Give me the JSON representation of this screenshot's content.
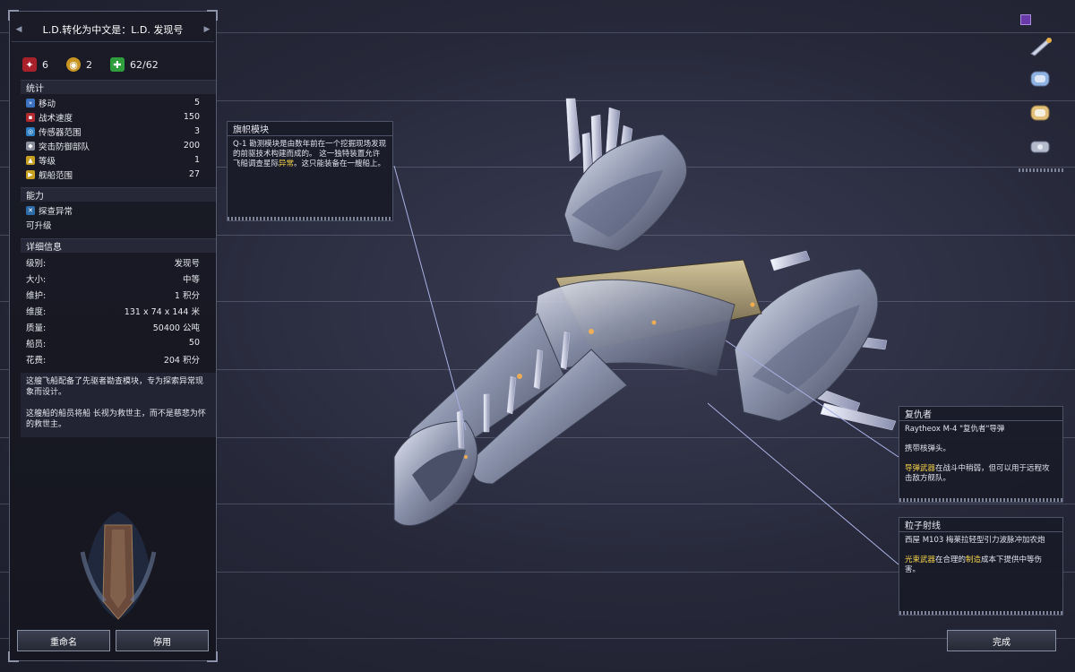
{
  "ship": {
    "title": "L.D.转化为中文是：L.D. 发现号"
  },
  "resources": [
    {
      "icon": "attack-emblem-icon",
      "value": "6"
    },
    {
      "icon": "gold-coin-icon",
      "value": "2"
    },
    {
      "icon": "health-cross-icon",
      "value": "62/62"
    }
  ],
  "stats": {
    "header": "统计",
    "items": [
      {
        "icon": "movement-icon",
        "label": "移动",
        "value": "5"
      },
      {
        "icon": "tactical-speed-icon",
        "label": "战术速度",
        "value": "150"
      },
      {
        "icon": "sensor-range-icon",
        "label": "传感器范围",
        "value": "3"
      },
      {
        "icon": "assault-defense-icon",
        "label": "突击防御部队",
        "value": "200"
      },
      {
        "icon": "level-icon",
        "label": "等级",
        "value": "1"
      },
      {
        "icon": "fleet-range-icon",
        "label": "舰船范围",
        "value": "27"
      }
    ]
  },
  "abilities": {
    "header": "能力",
    "items": [
      {
        "icon": "probe-anomaly-icon",
        "label": "探查异常"
      }
    ],
    "upgradable": "可升级"
  },
  "details": {
    "header": "详细信息",
    "items": [
      {
        "label": "级别:",
        "value": "发现号"
      },
      {
        "label": "大小:",
        "value": "中等"
      },
      {
        "label": "维护:",
        "value": "1 积分"
      },
      {
        "label": "维度:",
        "value": "131 x 74 x 144 米"
      },
      {
        "label": "质量:",
        "value": "50400 公吨"
      },
      {
        "label": "船员:",
        "value": "50"
      },
      {
        "label": "花费:",
        "value": "204 积分"
      }
    ]
  },
  "description": {
    "p1": "这艘飞船配备了先驱者勘查模块，专为探索异常现象而设计。",
    "p2": "这艘船的船员将船 长视为救世主，而不是慈悲为怀的救世主。"
  },
  "buttons": {
    "rename": "重命名",
    "disable": "停用",
    "done": "完成"
  },
  "flag_module": {
    "title": "旗帜模块",
    "text_a": "Q-1 勘测模块是由数年前在一个挖掘现场发现的前驱技术构建而成的。   这一独特装置允许飞船调查星际",
    "highlight": "异常",
    "text_b": "。这只能装备在一艘船上。"
  },
  "avenger": {
    "title": "复仇者",
    "line1": "Raytheox M-4 \"复仇者\"导弹",
    "line2": "携带核弹头。",
    "highlight": "导弹武器",
    "line3": "在战斗中稍弱，但可以用于远程攻击敌方舰队。"
  },
  "particle_beam": {
    "title": "粒子射线",
    "line1": "西屋 M103 梅莱拉轻型引力波脉冲加农炮",
    "highlight1": "光束武器",
    "mid": "在合理的",
    "highlight2": "制造",
    "line2": "成本下提供中等伤害。"
  },
  "toolbar": [
    {
      "icon": "fleet-icon"
    },
    {
      "icon": "missile-weapon-icon"
    },
    {
      "icon": "beam-weapon-icon"
    },
    {
      "icon": "shield-module-icon"
    },
    {
      "icon": "survey-module-icon"
    }
  ]
}
